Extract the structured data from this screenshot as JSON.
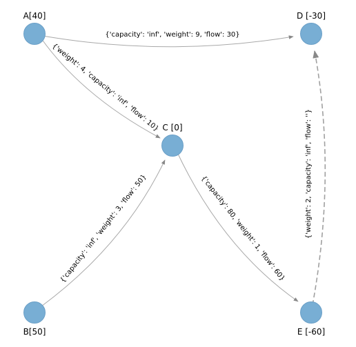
{
  "colors": {
    "node_fill": "#78aed4",
    "node_stroke": "#6a9fc7",
    "edge": "#a8a8a8",
    "edge_dashed": "#a0a0a0",
    "background": "#ffffff"
  },
  "nodes": [
    {
      "id": "A",
      "label": "A[40]"
    },
    {
      "id": "D",
      "label": "D [-30]"
    },
    {
      "id": "C",
      "label": "C [0]"
    },
    {
      "id": "B",
      "label": "B[50]"
    },
    {
      "id": "E",
      "label": "E [-60]"
    }
  ],
  "edges": [
    {
      "id": "A-D",
      "from": "A",
      "to": "D",
      "style": "solid",
      "label": "{'capacity': 'inf', 'weight': 9, 'flow': 30}"
    },
    {
      "id": "A-C",
      "from": "A",
      "to": "C",
      "style": "solid",
      "label": "{'weight': 4, 'capacity': 'inf', 'flow': 10}"
    },
    {
      "id": "B-C",
      "from": "B",
      "to": "C",
      "style": "solid",
      "label": "{'capacity': 'inf', 'weight': 3, 'flow': 50}"
    },
    {
      "id": "C-E",
      "from": "C",
      "to": "E",
      "style": "solid",
      "label": "{'capacity': 80, 'weight': 1, 'flow': 60}"
    },
    {
      "id": "E-D",
      "from": "E",
      "to": "D",
      "style": "dashed",
      "label": "{'weight': 2, 'capacity': 'inf', 'flow': ''}"
    }
  ]
}
